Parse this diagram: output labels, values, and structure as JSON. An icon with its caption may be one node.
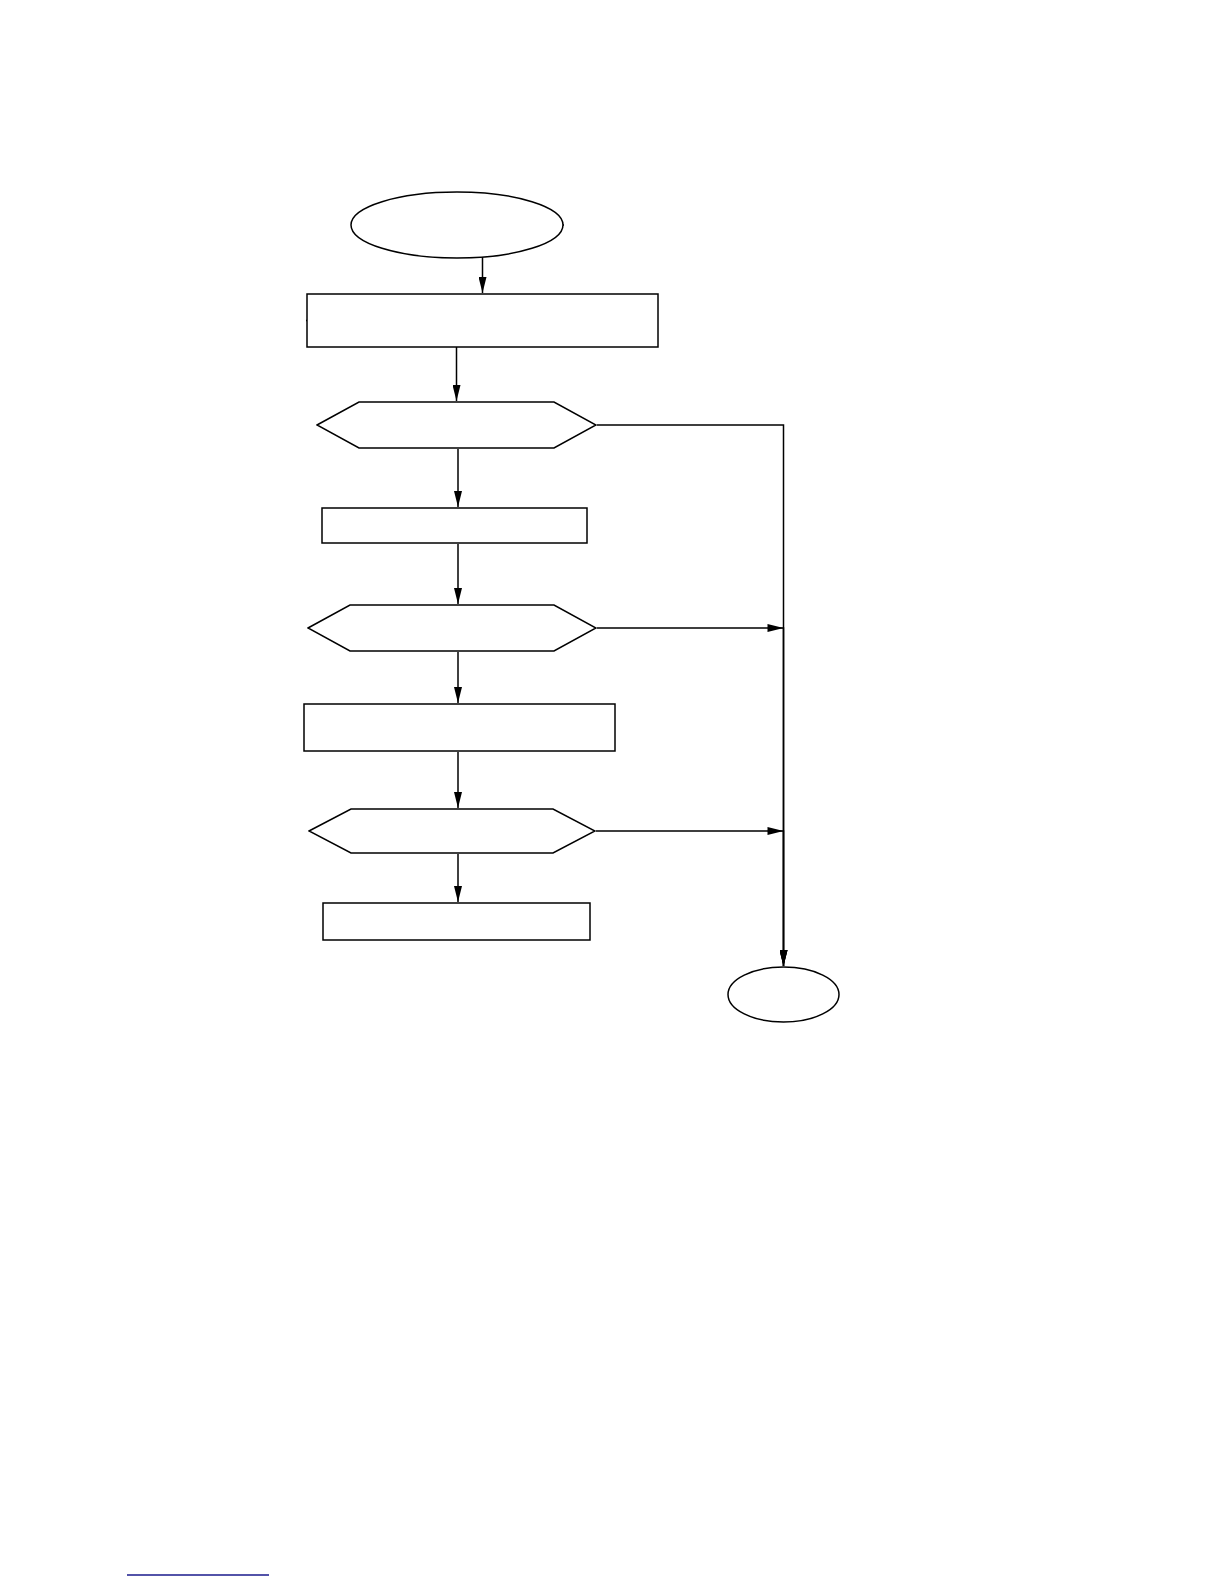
{
  "diagram": {
    "nodes": [
      {
        "text": [],
        "shape": "ellipse"
      },
      {
        "text": [],
        "shape": "box"
      },
      {
        "text": [],
        "shape": "hexagon"
      },
      {
        "text": [],
        "shape": "box"
      },
      {
        "text": [],
        "shape": "hexagon"
      },
      {
        "text": [],
        "shape": "box"
      },
      {
        "text": [],
        "shape": "hexagon"
      },
      {
        "text": [],
        "shape": "box"
      },
      {
        "text": [],
        "shape": "ellipse"
      }
    ],
    "edges": [
      {
        "from": 0,
        "to": 1,
        "arrow": "to"
      },
      {
        "from": 1,
        "to": 2,
        "arrow": "to"
      },
      {
        "from": 2,
        "to": 3,
        "arrow": "to"
      },
      {
        "from": 3,
        "to": 4,
        "arrow": "to"
      },
      {
        "from": 4,
        "to": 5,
        "arrow": "to"
      },
      {
        "from": 5,
        "to": 6,
        "arrow": "to"
      },
      {
        "from": 6,
        "to": 7,
        "arrow": "to"
      },
      {
        "from": 2,
        "to": 8,
        "arrow": "to"
      },
      {
        "from": 4,
        "to": 8,
        "arrow": "to"
      },
      {
        "from": 6,
        "to": 8,
        "arrow": "to"
      }
    ]
  }
}
